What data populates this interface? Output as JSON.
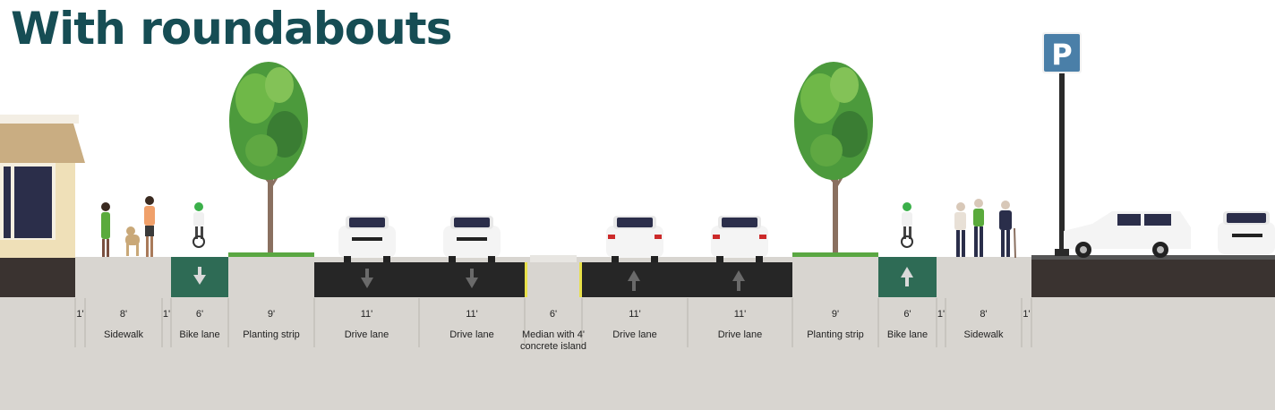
{
  "title": "With roundabouts",
  "colors": {
    "title": "#164d54",
    "road": "#262626",
    "bike_lane": "#2e6b55",
    "ground": "#d8d5d0",
    "curb_dark": "#3a3330",
    "tree": "#3f8f3a",
    "parking_sign": "#4a7fa8"
  },
  "parking_sign": {
    "letter": "P",
    "icon": "parking-sign-icon"
  },
  "segments": [
    {
      "id": "buffer-left-1",
      "width": "1'",
      "name": ""
    },
    {
      "id": "sidewalk-left",
      "width": "8'",
      "name": "Sidewalk"
    },
    {
      "id": "buffer-left-2",
      "width": "1'",
      "name": ""
    },
    {
      "id": "bike-lane-left",
      "width": "6'",
      "name": "Bike lane"
    },
    {
      "id": "planting-strip-left",
      "width": "9'",
      "name": "Planting strip"
    },
    {
      "id": "drive-lane-1",
      "width": "11'",
      "name": "Drive lane"
    },
    {
      "id": "drive-lane-2",
      "width": "11'",
      "name": "Drive lane"
    },
    {
      "id": "median",
      "width": "6'",
      "name": "Median with 4' concrete island"
    },
    {
      "id": "drive-lane-3",
      "width": "11'",
      "name": "Drive lane"
    },
    {
      "id": "drive-lane-4",
      "width": "11'",
      "name": "Drive lane"
    },
    {
      "id": "planting-strip-right",
      "width": "9'",
      "name": "Planting strip"
    },
    {
      "id": "bike-lane-right",
      "width": "6'",
      "name": "Bike lane"
    },
    {
      "id": "buffer-right-1",
      "width": "1'",
      "name": ""
    },
    {
      "id": "sidewalk-right",
      "width": "8'",
      "name": "Sidewalk"
    },
    {
      "id": "buffer-right-2",
      "width": "1'",
      "name": ""
    }
  ]
}
